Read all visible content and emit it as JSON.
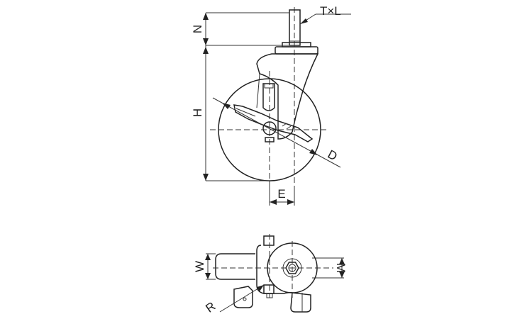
{
  "labels": {
    "thread": "T×L",
    "n": "N",
    "h": "H",
    "d": "D",
    "e": "E",
    "w": "W",
    "m": "M",
    "r": "R"
  }
}
